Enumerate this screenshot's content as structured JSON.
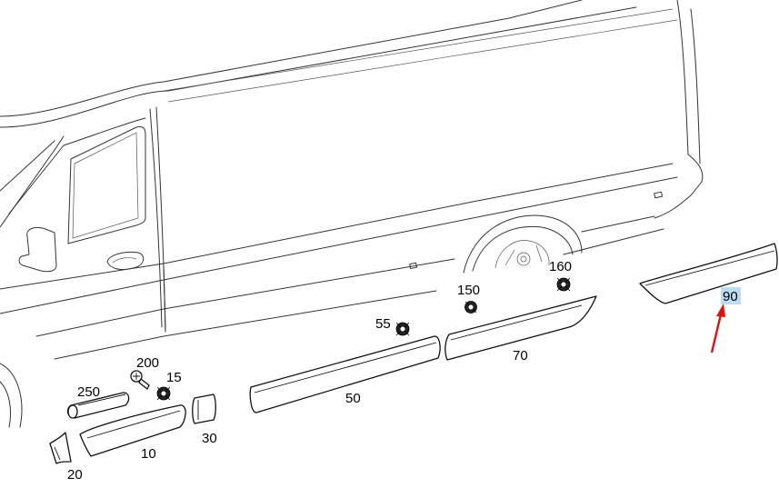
{
  "labels": {
    "p10": "10",
    "p15": "15",
    "p20": "20",
    "p30": "30",
    "p50": "50",
    "p55": "55",
    "p70": "70",
    "p90": "90",
    "p150": "150",
    "p160": "160",
    "p200": "200",
    "p250": "250"
  },
  "highlighted_part": "90",
  "colors": {
    "highlight": "#bcdcf2",
    "arrow": "#e01010",
    "outline": "#111111"
  }
}
